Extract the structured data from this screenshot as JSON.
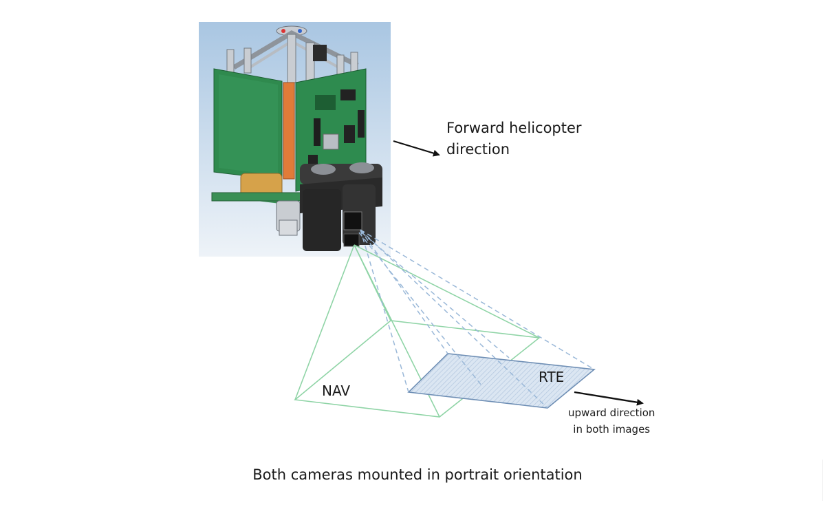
{
  "labels": {
    "forward_line1": "Forward helicopter",
    "forward_line2": "direction",
    "nav": "NAV",
    "rte": "RTE",
    "upward_line1": "upward direction",
    "upward_line2": "in both images",
    "caption": "Both cameras mounted in portrait orientation"
  },
  "colors": {
    "nav_frustum": "#8fd4a6",
    "rte_frustum": "#9ab8d8",
    "rte_footprint_fill": "#dbe6f2",
    "rte_footprint_edge": "#6f8fb5",
    "arrow": "#111111",
    "board_green": "#2f8a4e",
    "sky_top": "#a9c6e2",
    "sky_bottom": "#eef3f8"
  }
}
